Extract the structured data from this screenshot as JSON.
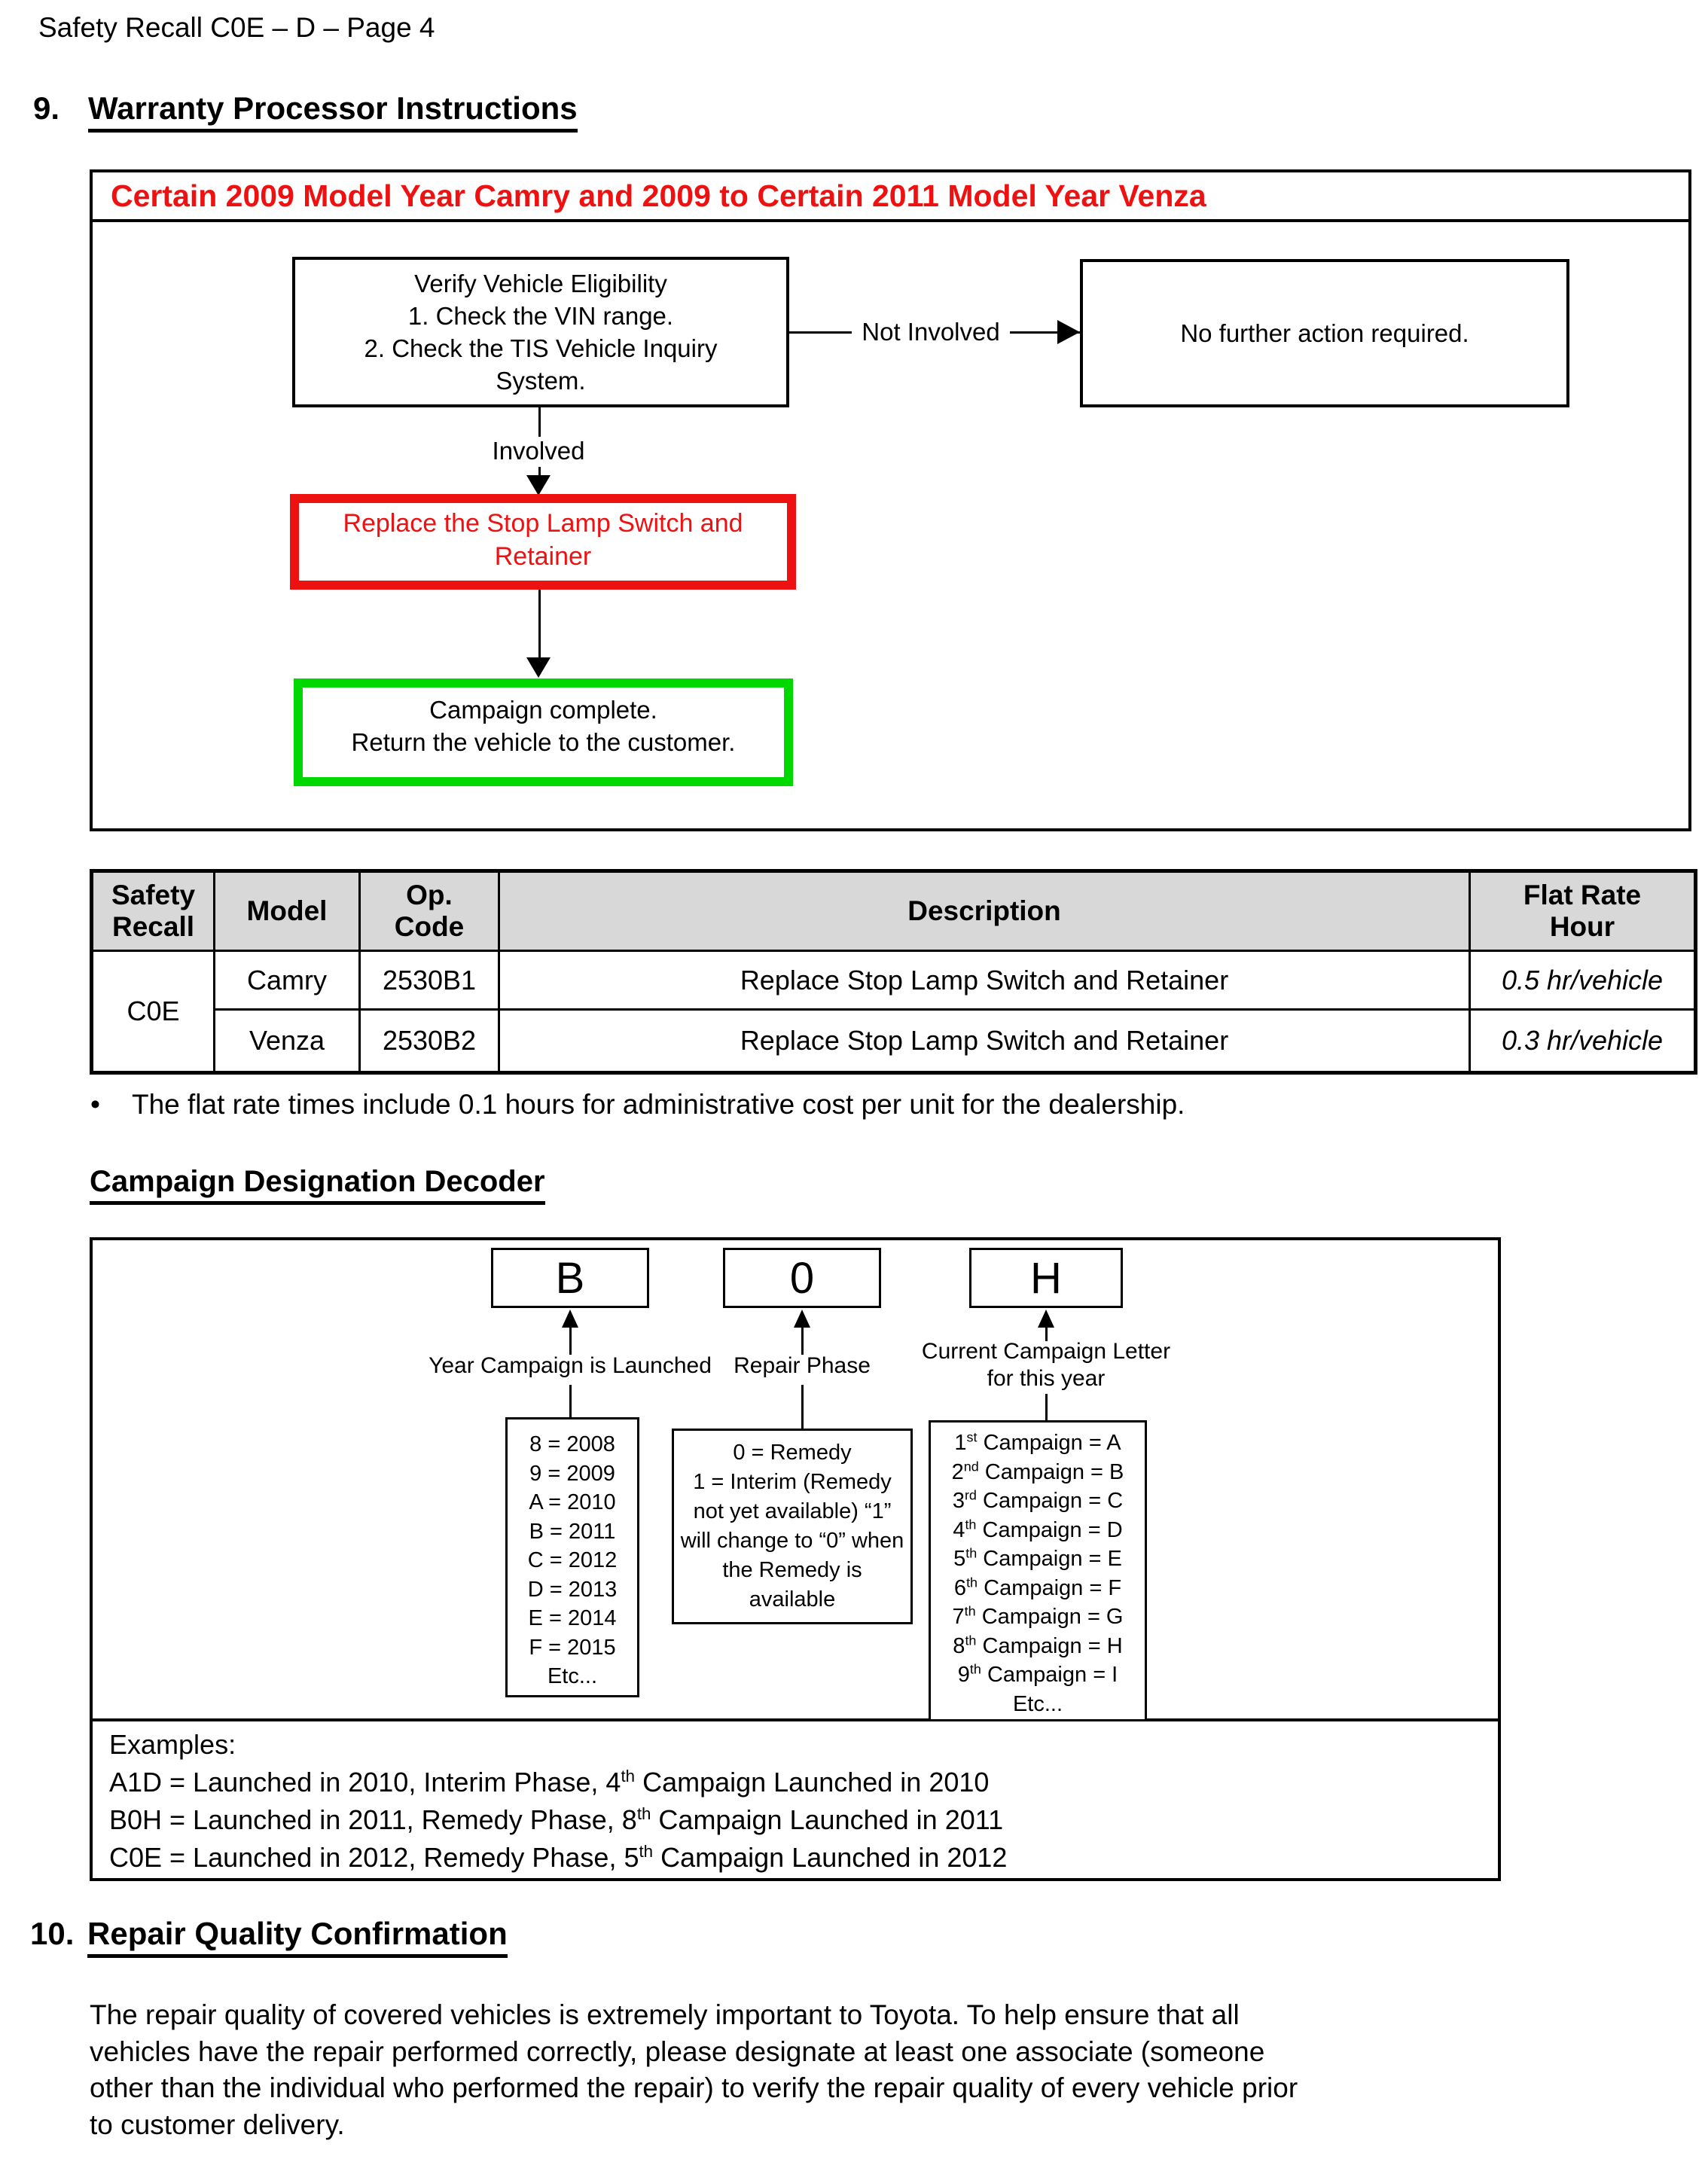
{
  "colors": {
    "accent_red": "#ee1111",
    "flow_green": "#00d800",
    "table_header_bg": "#d8d8d8"
  },
  "header": {
    "page_title": "Safety Recall C0E – D – Page 4"
  },
  "section9": {
    "number": "9.",
    "title": "Warranty Processor Instructions"
  },
  "flowchart": {
    "banner": "Certain 2009 Model Year Camry and 2009 to Certain 2011 Model Year Venza",
    "eligibility_box": "Verify Vehicle Eligibility\n1. Check the VIN range.\n2. Check the TIS Vehicle Inquiry\nSystem.",
    "not_involved_label": "Not Involved",
    "no_action_box": "No further action required.",
    "involved_label": "Involved",
    "replace_box": "Replace the Stop Lamp Switch and\nRetainer",
    "complete_box": "Campaign complete.\nReturn the vehicle to the customer."
  },
  "op_table": {
    "headers": {
      "safety_recall": "Safety\nRecall",
      "model": "Model",
      "op_code": "Op.\nCode",
      "description": "Description",
      "flat_rate": "Flat Rate\nHour"
    },
    "recall_code": "C0E",
    "rows": [
      {
        "model": "Camry",
        "op_code": "2530B1",
        "description": "Replace Stop Lamp Switch and Retainer",
        "flat_rate": "0.5 hr/vehicle"
      },
      {
        "model": "Venza",
        "op_code": "2530B2",
        "description": "Replace Stop Lamp Switch and Retainer",
        "flat_rate": "0.3 hr/vehicle"
      }
    ],
    "bullet_glyph": "•",
    "footnote": "The flat rate times include 0.1 hours for administrative cost per unit for the dealership."
  },
  "decoder": {
    "heading": "Campaign Designation Decoder",
    "letters": {
      "year": "B",
      "phase": "0",
      "campaign": "H"
    },
    "labels": {
      "year": "Year Campaign is Launched",
      "phase": "Repair Phase",
      "campaign": "Current Campaign Letter\nfor this year"
    },
    "year_codes": "8 = 2008\n9 = 2009\nA = 2010\nB = 2011\nC = 2012\nD = 2013\nE = 2014\nF = 2015\nEtc...",
    "phase_codes": "0 = Remedy\n1 = Interim (Remedy\nnot yet available) “1”\nwill change to “0” when\nthe Remedy is\navailable",
    "campaign_codes": [
      {
        "n": "1",
        "s": "st",
        "t": " Campaign = A"
      },
      {
        "n": "2",
        "s": "nd",
        "t": " Campaign = B"
      },
      {
        "n": "3",
        "s": "rd",
        "t": " Campaign = C"
      },
      {
        "n": "4",
        "s": "th",
        "t": " Campaign = D"
      },
      {
        "n": "5",
        "s": "th",
        "t": " Campaign = E"
      },
      {
        "n": "6",
        "s": "th",
        "t": " Campaign = F"
      },
      {
        "n": "7",
        "s": "th",
        "t": " Campaign = G"
      },
      {
        "n": "8",
        "s": "th",
        "t": " Campaign = H"
      },
      {
        "n": "9",
        "s": "th",
        "t": " Campaign = I"
      }
    ],
    "campaign_codes_more": "Etc...",
    "examples": {
      "label": "Examples:",
      "lines": [
        {
          "pre": "A1D = Launched in 2010, Interim Phase, 4",
          "sup": "th",
          "post": " Campaign Launched in 2010"
        },
        {
          "pre": "B0H = Launched in 2011, Remedy Phase, 8",
          "sup": "th",
          "post": " Campaign Launched in 2011"
        },
        {
          "pre": "C0E = Launched in 2012, Remedy Phase, 5",
          "sup": "th",
          "post": " Campaign Launched in 2012"
        }
      ]
    }
  },
  "section10": {
    "number": "10.",
    "title": "Repair Quality Confirmation",
    "body": "The repair quality of covered vehicles is extremely important to Toyota.  To help ensure that all\nvehicles have the repair performed correctly, please designate at least one associate (someone\nother than the individual who performed the repair) to verify the repair quality of every vehicle prior\nto customer delivery."
  }
}
